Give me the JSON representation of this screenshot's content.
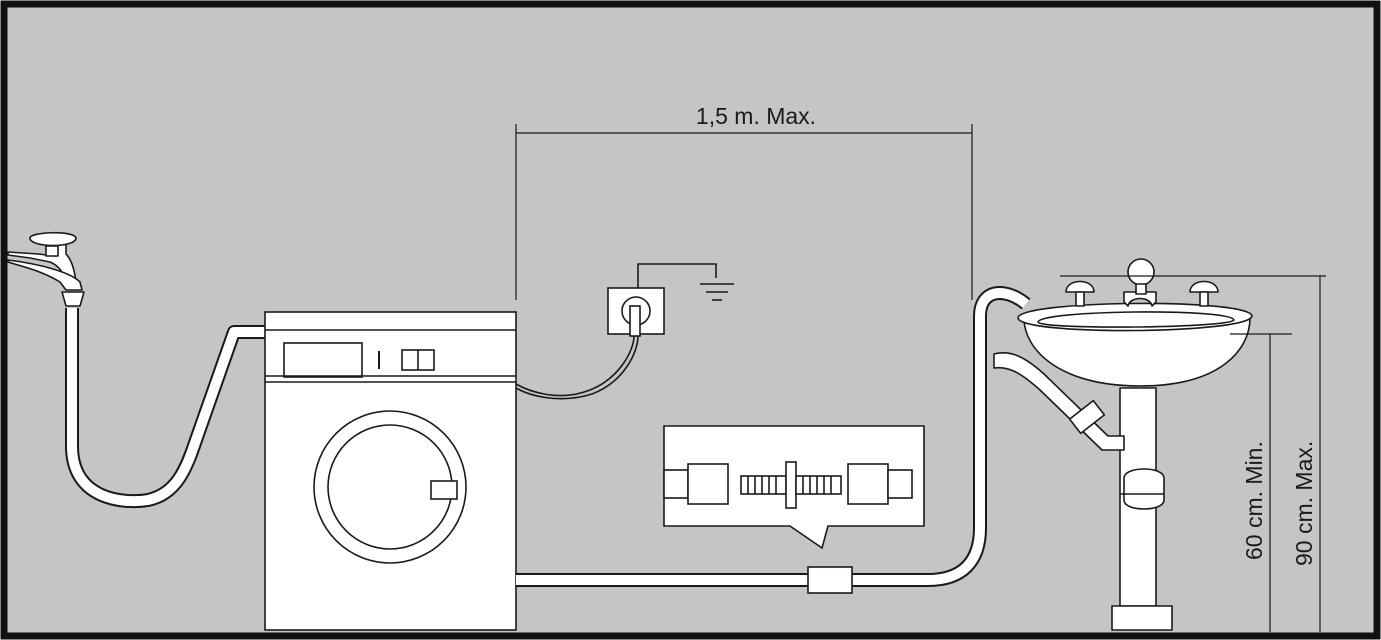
{
  "labels": {
    "span": "1,5 m. Max.",
    "min_height": "60 cm. Min.",
    "max_height": "90 cm. Max."
  },
  "colors": {
    "background": "#c4c5c7",
    "stroke": "#1a1a1a",
    "fill": "#ffffff",
    "frame": "#111111"
  }
}
